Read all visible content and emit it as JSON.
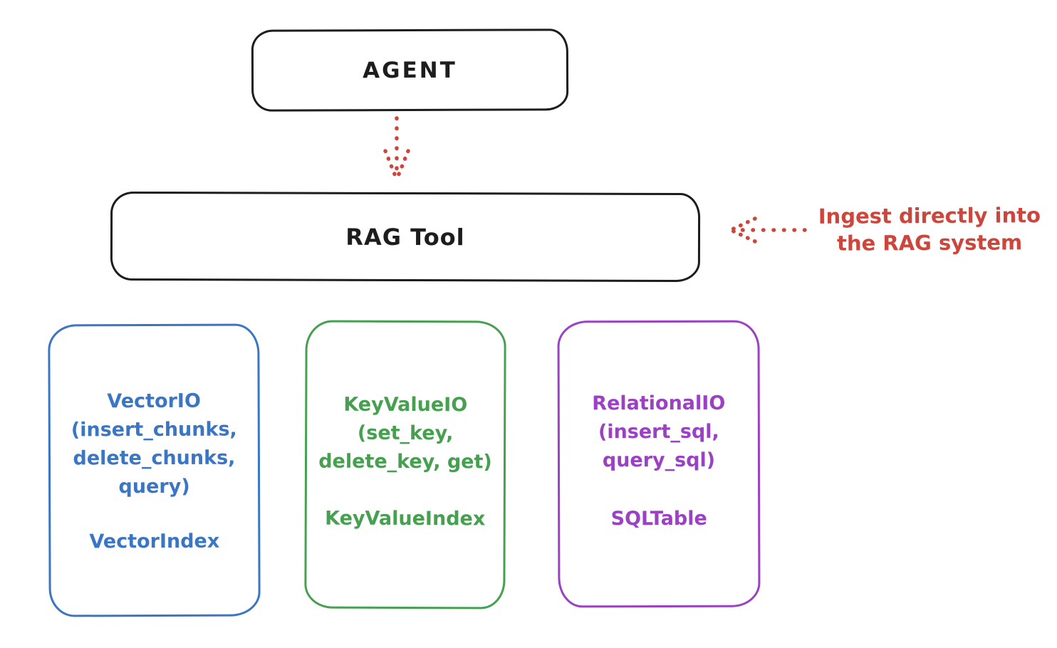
{
  "colors": {
    "ink": "#1d1d1d",
    "red": "#cd463c",
    "blue": "#3a76c4",
    "green": "#46a050",
    "purple": "#9b41c3",
    "background": "#ffffff"
  },
  "nodes": {
    "agent": {
      "label": "AGENT"
    },
    "rag_tool": {
      "label": "RAG Tool"
    }
  },
  "annotation": {
    "line1": "Ingest directly into",
    "line2": "the RAG system"
  },
  "arrows": [
    {
      "name": "agent-to-rag-tool",
      "style": "dotted",
      "direction": "down",
      "color": "#cd463c"
    },
    {
      "name": "ingest-into-rag-tool",
      "style": "dotted",
      "direction": "left",
      "color": "#cd463c"
    }
  ],
  "boxes": [
    {
      "name": "vector-io",
      "color": "#3a76c4",
      "lines": [
        "VectorIO",
        "(insert_chunks,",
        "delete_chunks,",
        "query)"
      ],
      "index_label": "VectorIndex"
    },
    {
      "name": "key-value-io",
      "color": "#46a050",
      "lines": [
        "KeyValueIO",
        "(set_key,",
        "delete_key, get)"
      ],
      "index_label": "KeyValueIndex"
    },
    {
      "name": "relational-io",
      "color": "#9b41c3",
      "lines": [
        "RelationalIO",
        "(insert_sql,",
        "query_sql)"
      ],
      "index_label": "SQLTable"
    }
  ]
}
